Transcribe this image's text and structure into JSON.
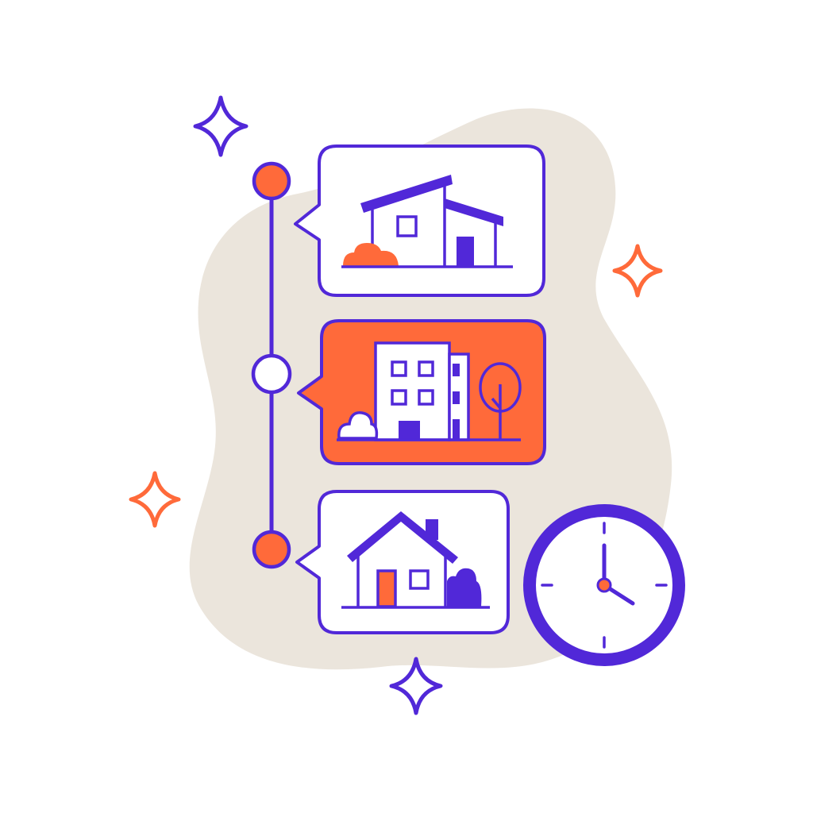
{
  "illustration": {
    "colors": {
      "background": "#ffffff",
      "blob": "#ebe5dc",
      "purple": "#5128d8",
      "orange": "#ff6a3a",
      "white": "#ffffff"
    },
    "timeline": {
      "nodes": [
        {
          "name": "timeline-node-top",
          "fill": "orange"
        },
        {
          "name": "timeline-node-middle",
          "fill": "white"
        },
        {
          "name": "timeline-node-bottom",
          "fill": "orange"
        }
      ]
    },
    "cards": [
      {
        "name": "card-modern-house",
        "icon": "modern-house-icon",
        "fill": "white"
      },
      {
        "name": "card-apartment-building",
        "icon": "apartment-building-icon",
        "fill": "orange"
      },
      {
        "name": "card-family-house",
        "icon": "family-house-icon",
        "fill": "white"
      }
    ],
    "clock": {
      "icon": "clock-icon",
      "time_shown": "4:00"
    },
    "sparkles": [
      {
        "name": "sparkle-top-left-icon",
        "color": "purple"
      },
      {
        "name": "sparkle-right-icon",
        "color": "orange"
      },
      {
        "name": "sparkle-left-icon",
        "color": "orange"
      },
      {
        "name": "sparkle-bottom-icon",
        "color": "purple"
      }
    ]
  }
}
